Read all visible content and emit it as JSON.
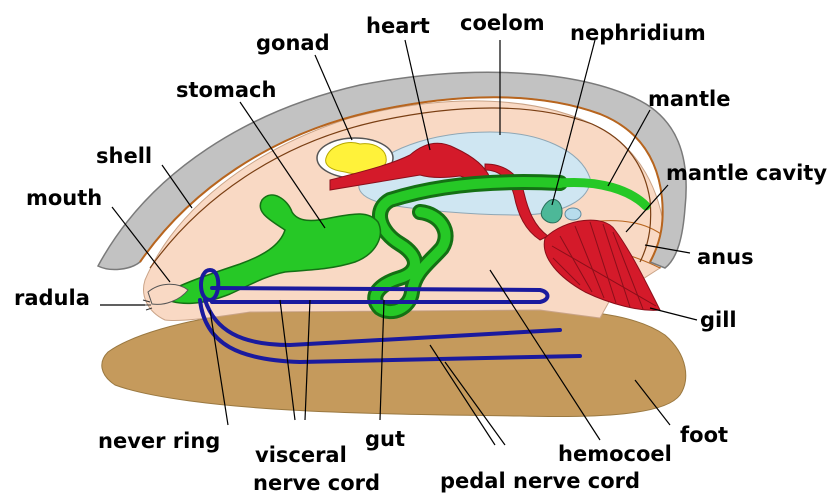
{
  "labels": {
    "heart": "heart",
    "coelom": "coelom",
    "nephridium": "nephridium",
    "gonad": "gonad",
    "stomach": "stomach",
    "mantle": "mantle",
    "shell": "shell",
    "mantle_cavity": "mantle cavity",
    "mouth": "mouth",
    "anus": "anus",
    "radula": "radula",
    "gill": "gill",
    "foot": "foot",
    "never_ring": "never ring",
    "visceral_nerve_cord_1": "visceral",
    "visceral_nerve_cord_2": "nerve cord",
    "gut": "gut",
    "hemocoel": "hemocoel",
    "pedal_nerve_cord": "pedal nerve cord"
  },
  "colors": {
    "shell": "#c2c2c2",
    "mantle_line": "#b8651e",
    "body": "#f9d9c4",
    "foot": "#c59a5c",
    "heart": "#d41a2a",
    "gill": "#d41a2a",
    "gut": "#26c826",
    "coelom": "#cfe6f2",
    "gonad": "#fff23a",
    "nerve": "#1a1a9e"
  }
}
